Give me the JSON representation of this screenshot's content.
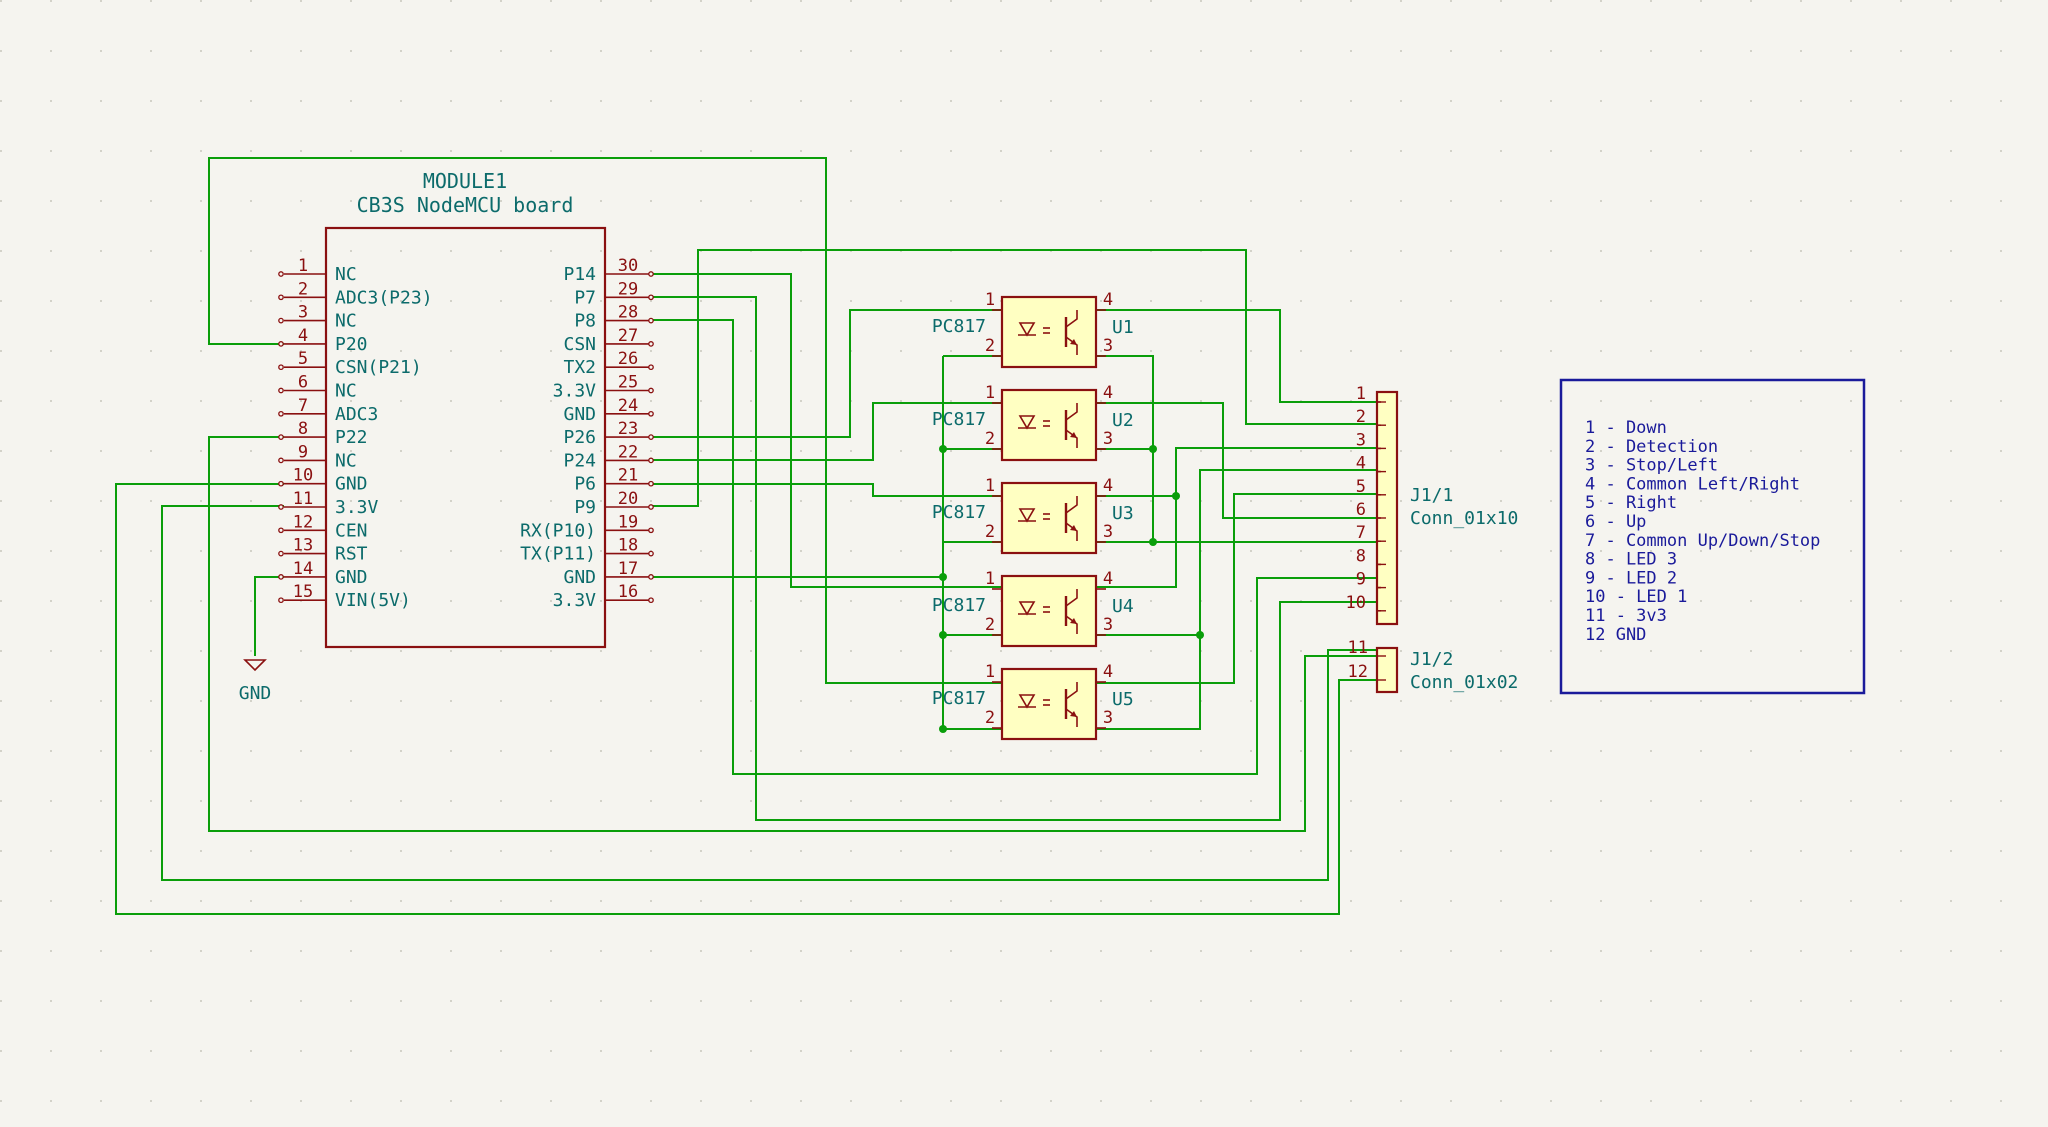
{
  "module": {
    "ref": "MODULE1",
    "value": "CB3S NodeMCU board",
    "left_pins": [
      {
        "num": "1",
        "name": "NC"
      },
      {
        "num": "2",
        "name": "ADC3(P23)"
      },
      {
        "num": "3",
        "name": "NC"
      },
      {
        "num": "4",
        "name": "P20"
      },
      {
        "num": "5",
        "name": "CSN(P21)"
      },
      {
        "num": "6",
        "name": "NC"
      },
      {
        "num": "7",
        "name": "ADC3"
      },
      {
        "num": "8",
        "name": "P22"
      },
      {
        "num": "9",
        "name": "NC"
      },
      {
        "num": "10",
        "name": "GND"
      },
      {
        "num": "11",
        "name": "3.3V"
      },
      {
        "num": "12",
        "name": "CEN"
      },
      {
        "num": "13",
        "name": "RST"
      },
      {
        "num": "14",
        "name": "GND"
      },
      {
        "num": "15",
        "name": "VIN(5V)"
      }
    ],
    "right_pins": [
      {
        "num": "30",
        "name": "P14"
      },
      {
        "num": "29",
        "name": "P7"
      },
      {
        "num": "28",
        "name": "P8"
      },
      {
        "num": "27",
        "name": "CSN"
      },
      {
        "num": "26",
        "name": "TX2"
      },
      {
        "num": "25",
        "name": "3.3V"
      },
      {
        "num": "24",
        "name": "GND"
      },
      {
        "num": "23",
        "name": "P26"
      },
      {
        "num": "22",
        "name": "P24"
      },
      {
        "num": "21",
        "name": "P6"
      },
      {
        "num": "20",
        "name": "P9"
      },
      {
        "num": "19",
        "name": "RX(P10)"
      },
      {
        "num": "18",
        "name": "TX(P11)"
      },
      {
        "num": "17",
        "name": "GND"
      },
      {
        "num": "16",
        "name": "3.3V"
      }
    ]
  },
  "gnd_symbol": {
    "label": "GND"
  },
  "optocouplers": [
    {
      "ref": "U1",
      "value": "PC817",
      "pins": [
        "1",
        "2",
        "3",
        "4"
      ]
    },
    {
      "ref": "U2",
      "value": "PC817",
      "pins": [
        "1",
        "2",
        "3",
        "4"
      ]
    },
    {
      "ref": "U3",
      "value": "PC817",
      "pins": [
        "1",
        "2",
        "3",
        "4"
      ]
    },
    {
      "ref": "U4",
      "value": "PC817",
      "pins": [
        "1",
        "2",
        "3",
        "4"
      ]
    },
    {
      "ref": "U5",
      "value": "PC817",
      "pins": [
        "1",
        "2",
        "3",
        "4"
      ]
    }
  ],
  "connector1": {
    "ref": "J1/1",
    "value": "Conn_01x10",
    "pins": [
      "1",
      "2",
      "3",
      "4",
      "5",
      "6",
      "7",
      "8",
      "9",
      "10"
    ]
  },
  "connector2": {
    "ref": "J1/2",
    "value": "Conn_01x02",
    "pins": [
      "11",
      "12"
    ]
  },
  "notes": [
    "1 - Down",
    "2 - Detection",
    "3 - Stop/Left",
    "4 - Common Left/Right",
    "5 - Right",
    "6 - Up",
    "7 - Common Up/Down/Stop",
    "8 - LED 3",
    "9 - LED 2",
    "10 - LED 1",
    "11 - 3v3",
    "12 GND"
  ],
  "colors": {
    "background": "#f5f4ef",
    "wire": "#0a9e0a",
    "symbol_body": "#8a1010",
    "symbol_fill": "#ffffc2",
    "text": "#0c6b6b",
    "note": "#1a1a9a"
  }
}
